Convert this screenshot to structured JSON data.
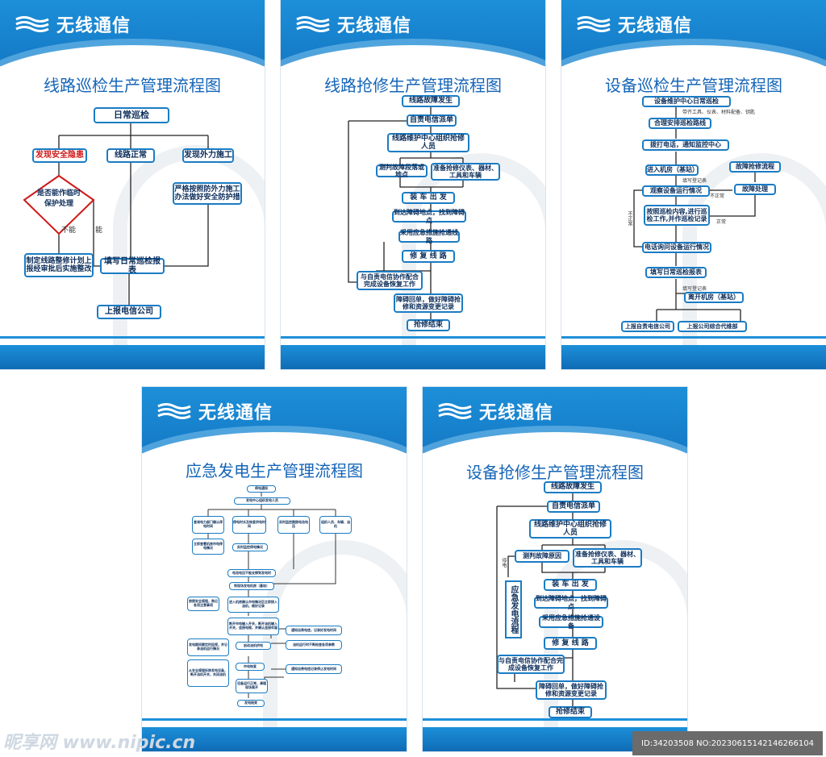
{
  "brand": {
    "name": "无线通信"
  },
  "panels": [
    {
      "title": "线路巡检生产管理流程图",
      "boxes": [
        "日常巡检",
        "发现安全隐患",
        "线路正常",
        "发现外力施工",
        "是否能作临时保护处理",
        "严格按照防外力施工办法做好安全防护措",
        "制定线路整修计划上报经审批后实施整改",
        "填写日常巡检报表",
        "上报电信公司"
      ],
      "notes": [
        "不能",
        "能"
      ]
    },
    {
      "title": "线路抢修生产管理流程图",
      "boxes": [
        "线路故障发生",
        "自责电信派单",
        "线路维护中心组织抢修人员",
        "测判故障段落或地点",
        "准备抢修仪表、器材、工具和车辆",
        "装 车 出 发",
        "到达障碍地点，找到障碍点",
        "采用应急措施抢通线路",
        "修 复 线 路",
        "与自责电信协作配合完成设备恢复工作",
        "障碍回单，做好障碍抢修和资源变更记录",
        "抢修结束"
      ]
    },
    {
      "title": "设备巡检生产管理流程图",
      "boxes": [
        "设备维护中心日常巡检",
        "合理安排巡检路线",
        "拨打电话，通知监控中心",
        "进入机房（基站）",
        "故障抢修流程",
        "观察设备运行情况",
        "故障处理",
        "按照巡检内容,进行巡检工作,并作巡检记录",
        "电话询问设备运行情况",
        "填写日常巡检报表",
        "离开机房（基站）",
        "上报自责电信公司",
        "上报公司综合代维部"
      ],
      "notes": [
        "带齐工具、仪表、材料配备、钥匙",
        "填写登记表",
        "不正常",
        "正常",
        "不正常",
        "填写登记表"
      ]
    },
    {
      "title": "应急发电生产管理流程图",
      "boxes": [
        "停电通知",
        "发电中心组织发电人员",
        "查询电力部门确认停电时间",
        "停电时长及恢复供电时间",
        "实时监控跟踪电池电压",
        "组织人员、车辆、油机",
        "立即查看机房市电停电情况",
        "实时监控停电情况",
        "电池电压不能支撑到发电时",
        "到现场发电机房（基站）",
        "按照安全规程，熟记各项注意事项",
        "进入机房确认市电情况后立即接入油机，做好记录",
        "断开市电输入开关，断开油机输入开关，连接电缆，并确认连接牢固",
        "发电期间要定时巡视，并记录油机运行情况",
        "启动油机供电",
        "通知自责电信，记录好发电时间",
        "油机运行时不断检查各项参数",
        "市电恢复",
        "通知自责电信记录停止发电时间",
        "从安全规程拆除发电设备，断开油机开关，关闭油机",
        "设备运行正常，清理现场离开",
        "发电结束"
      ]
    },
    {
      "title": "设备抢修生产管理流程图",
      "boxes": [
        "线路故障发生",
        "自责电信派单",
        "线路维护中心组织抢修人员",
        "测判故障原因",
        "准备抢修仪表、器材、工具和车辆",
        "装 车 出 发",
        "到达障碍地点，找到障碍点",
        "采用应急措施抢通设备",
        "修 复 线 路",
        "与自责电信协作配合完成设备恢复工作",
        "障碍回单，做好障碍抢修和资源变更记录",
        "抢修结束"
      ],
      "side": "应急发电流程",
      "notes": [
        "停电"
      ]
    }
  ],
  "footer": {
    "site": "昵享网 www.nipic.cn",
    "id": "ID:34203508 NO:20230615142146266104"
  }
}
